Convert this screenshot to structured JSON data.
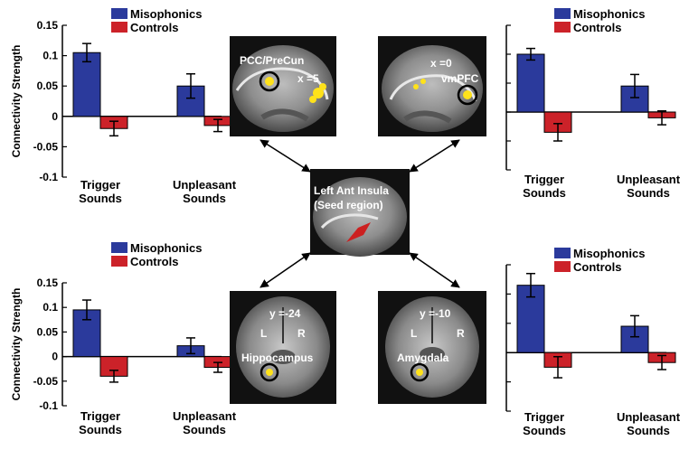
{
  "colors": {
    "misophonics": "#2b3a9c",
    "controls": "#cc2229",
    "blob": "#ffe21a",
    "seed": "#cc2020"
  },
  "legend": {
    "series_a": "Misophonics",
    "series_b": "Controls"
  },
  "brain": {
    "seed": {
      "line1": "Left Ant Insula",
      "line2": "(Seed region)"
    },
    "pcc": {
      "region": "PCC/PreCun",
      "coord": "x =5"
    },
    "vmpfc": {
      "region": "vmPFC",
      "coord": "x =0"
    },
    "hippo": {
      "region": "Hippocampus",
      "coord": "y =-24",
      "left": "L",
      "right": "R"
    },
    "amyg": {
      "region": "Amygdala",
      "coord": "y =-10",
      "left": "L",
      "right": "R"
    }
  },
  "chart_data": [
    {
      "type": "bar",
      "panel": "top-left",
      "categories": [
        "Trigger Sounds",
        "Unpleasant Sounds"
      ],
      "ylabel": "Connectivity Strength",
      "ylim": [
        -0.1,
        0.15
      ],
      "yticks": [
        "0.15",
        "0.1",
        "0.05",
        "0",
        "-0.05",
        "-0.1"
      ],
      "series": [
        {
          "name": "Misophonics",
          "values": [
            0.105,
            0.05
          ],
          "errors": [
            0.015,
            0.02
          ]
        },
        {
          "name": "Controls",
          "values": [
            -0.02,
            -0.015
          ],
          "errors": [
            0.012,
            0.01
          ]
        }
      ]
    },
    {
      "type": "bar",
      "panel": "top-right",
      "categories": [
        "Trigger Sounds",
        "Unpleasant Sounds"
      ],
      "ylabel": "",
      "ylim": [
        -0.1,
        0.15
      ],
      "series": [
        {
          "name": "Misophonics",
          "values": [
            0.1,
            0.045
          ],
          "errors": [
            0.01,
            0.02
          ]
        },
        {
          "name": "Controls",
          "values": [
            -0.035,
            -0.01
          ],
          "errors": [
            0.015,
            0.012
          ]
        }
      ]
    },
    {
      "type": "bar",
      "panel": "bottom-left",
      "categories": [
        "Trigger Sounds",
        "Unpleasant Sounds"
      ],
      "ylabel": "Connectivity Strength",
      "ylim": [
        -0.1,
        0.15
      ],
      "yticks": [
        "0.15",
        "0.1",
        "0.05",
        "0",
        "-0.05",
        "-0.1"
      ],
      "series": [
        {
          "name": "Misophonics",
          "values": [
            0.095,
            0.022
          ],
          "errors": [
            0.02,
            0.016
          ]
        },
        {
          "name": "Controls",
          "values": [
            -0.04,
            -0.022
          ],
          "errors": [
            0.012,
            0.01
          ]
        }
      ]
    },
    {
      "type": "bar",
      "panel": "bottom-right",
      "categories": [
        "Trigger Sounds",
        "Unpleasant Sounds"
      ],
      "ylabel": "",
      "ylim": [
        -0.1,
        0.15
      ],
      "series": [
        {
          "name": "Misophonics",
          "values": [
            0.115,
            0.045
          ],
          "errors": [
            0.02,
            0.018
          ]
        },
        {
          "name": "Controls",
          "values": [
            -0.025,
            -0.017
          ],
          "errors": [
            0.018,
            0.012
          ]
        }
      ]
    }
  ]
}
